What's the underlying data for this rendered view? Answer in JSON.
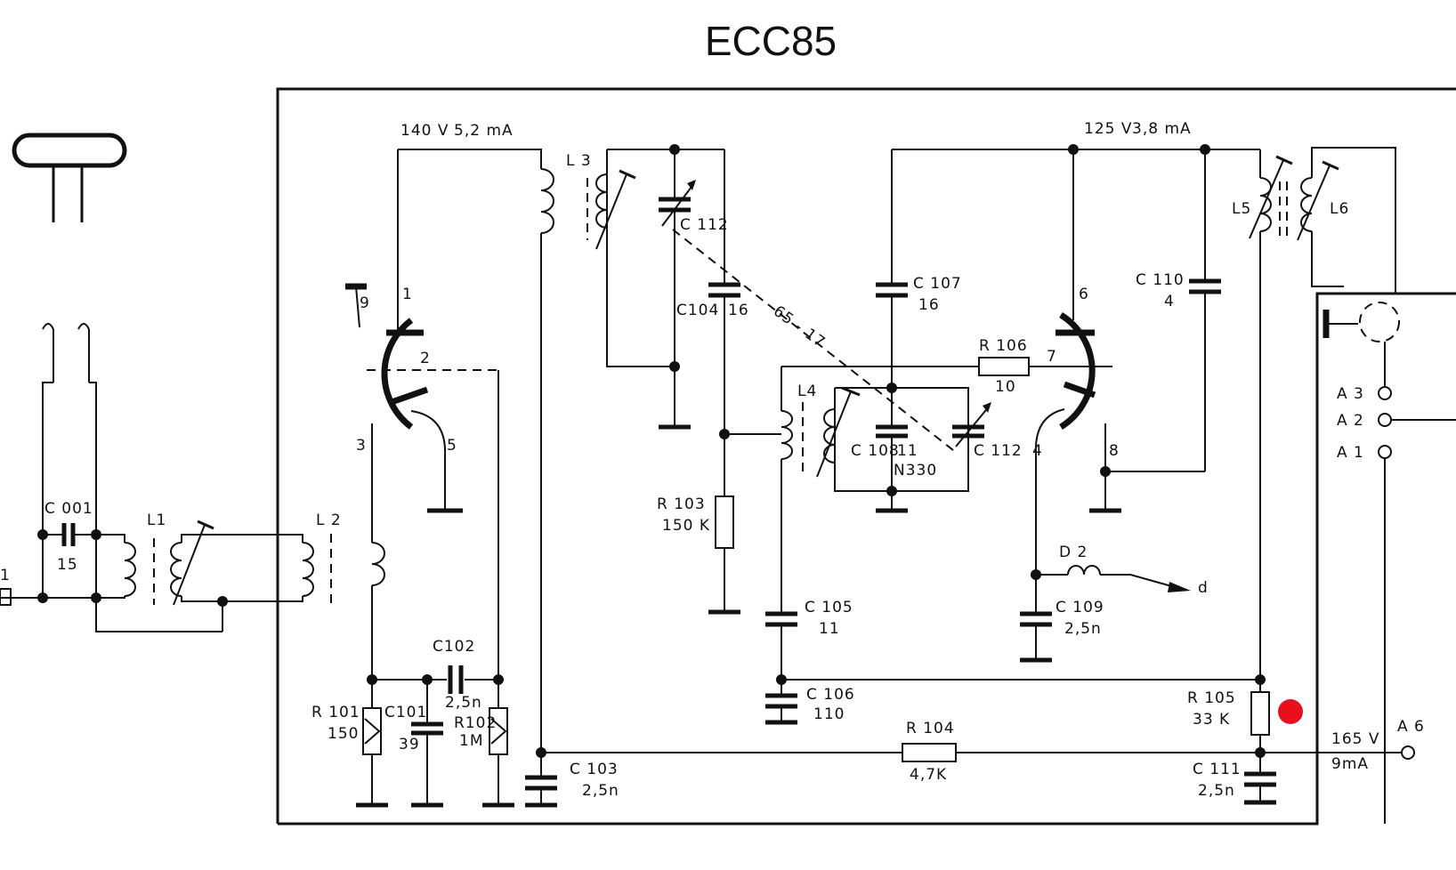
{
  "title": "ECC85",
  "supply_left": {
    "voltage": "140 V",
    "current": "5,2 mA"
  },
  "supply_right": {
    "voltage": "125 V",
    "current": "3,8 mA"
  },
  "supply_main": {
    "voltage": "165 V",
    "current": "9mA"
  },
  "tube_pins": {
    "p1": "1",
    "p2": "2",
    "p3": "3",
    "p4": "4",
    "p5": "5",
    "p6": "6",
    "p7": "7",
    "p8": "8",
    "p9": "9"
  },
  "inductors": {
    "L1": "L1",
    "L2": "L 2",
    "L3": "L 3",
    "L4": "L4",
    "L5": "L5",
    "L6": "L6"
  },
  "components": {
    "C001": {
      "name": "C 001",
      "value": "15"
    },
    "R101": {
      "name": "R 101",
      "value": "150"
    },
    "C101": {
      "name": "C101",
      "value": "39"
    },
    "R102": {
      "name": "R102",
      "value": "1M"
    },
    "C102": {
      "name": "C102",
      "value": "2,5n"
    },
    "C103": {
      "name": "C 103",
      "value": "2,5n"
    },
    "C104": {
      "name": "C104",
      "value": "16"
    },
    "C112a": {
      "name": "C 112"
    },
    "C112b": {
      "name": "C 112"
    },
    "C107": {
      "name": "C 107",
      "value": "16"
    },
    "C108": {
      "name": "C 108",
      "value": "11",
      "extra": "N330"
    },
    "R106": {
      "name": "R 106",
      "value": "10"
    },
    "C110": {
      "name": "C 110",
      "value": "4"
    },
    "R103": {
      "name": "R 103",
      "value": "150 K"
    },
    "C105": {
      "name": "C 105",
      "value": "11"
    },
    "C106": {
      "name": "C 106",
      "value": "110"
    },
    "C109": {
      "name": "C 109",
      "value": "2,5n"
    },
    "D2": {
      "name": "D 2",
      "arrow": "d"
    },
    "R104": {
      "name": "R 104",
      "value": "4,7K"
    },
    "R105": {
      "name": "R 105",
      "value": "33 K"
    },
    "C111": {
      "name": "C 111",
      "value": "2,5n"
    }
  },
  "dashed_link": "65 - 17",
  "terminals": {
    "A1": "A 1",
    "A2": "A 2",
    "A3": "A 3",
    "A6": "A 6",
    "input": "1"
  },
  "marker_color": "#e8101c"
}
